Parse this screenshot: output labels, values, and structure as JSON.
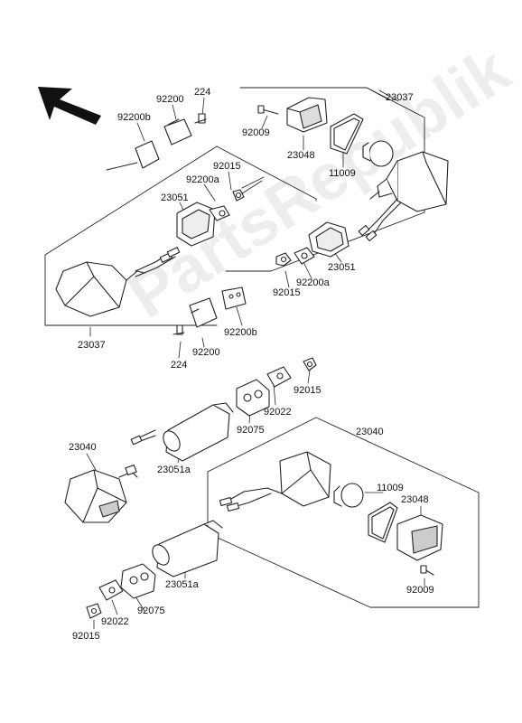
{
  "diagram": {
    "watermark": "PartsRepublik",
    "labels": {
      "l92200": "92200",
      "l224": "224",
      "l92200b": "92200b",
      "l23037a": "23037",
      "l92009a": "92009",
      "l23048a": "23048",
      "l11009a": "11009",
      "l92015a": "92015",
      "l92200a1": "92200a",
      "l23051a": "23051",
      "l23051b": "23051",
      "l92015b": "92015",
      "l92200a2": "92200a",
      "l23037b": "23037",
      "l92200b2": "92200b",
      "l224b": "224",
      "l92200c": "92200",
      "l92015c": "92015",
      "l92022a": "92022",
      "l92075a": "92075",
      "l23040a": "23040",
      "l23040b": "23040",
      "l23051c": "23051a",
      "l11009b": "11009",
      "l23048b": "23048",
      "l92009b": "92009",
      "l23051d": "23051a",
      "l92075b": "92075",
      "l92022b": "92022",
      "l92015d": "92015"
    }
  }
}
